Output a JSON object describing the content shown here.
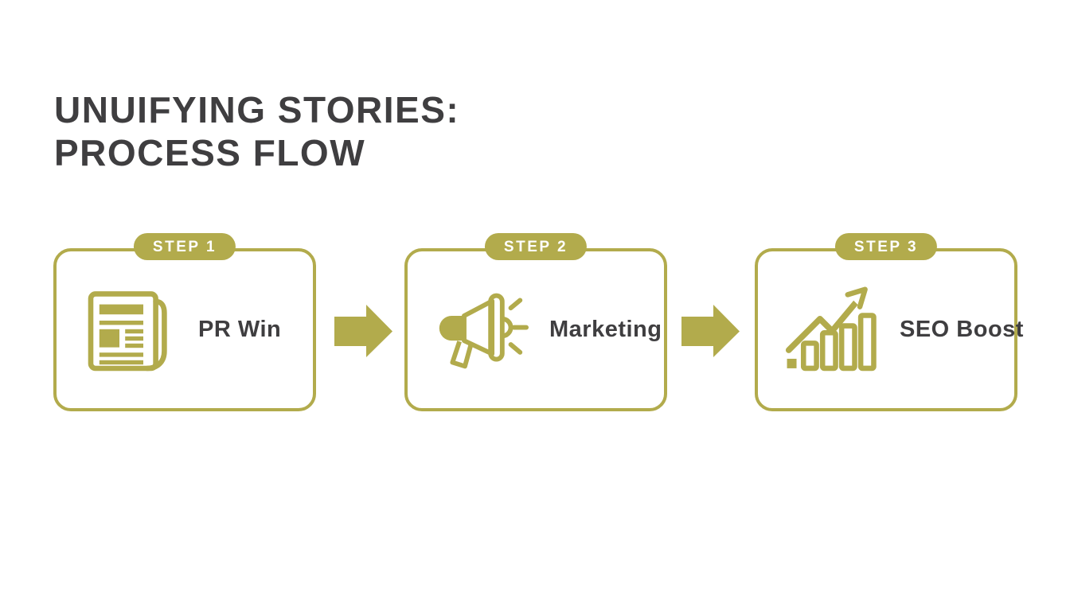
{
  "title": {
    "line1": "UNUIFYING STORIES:",
    "line2": "PROCESS FLOW"
  },
  "steps": [
    {
      "badge": "STEP 1",
      "label": "PR Win",
      "icon": "newspaper-icon"
    },
    {
      "badge": "STEP 2",
      "label": "Marketing",
      "icon": "megaphone-icon"
    },
    {
      "badge": "STEP 3",
      "label": "SEO Boost",
      "icon": "growth-chart-icon"
    }
  ],
  "connectors": [
    {
      "icon": "right-block-arrow-icon"
    },
    {
      "icon": "right-block-arrow-icon"
    }
  ],
  "colors": {
    "accent": "#b2ab4c",
    "heading_text": "#3f3e40",
    "label_text": "#3f3e40",
    "badge_text": "#ffffff",
    "background": "#ffffff"
  }
}
